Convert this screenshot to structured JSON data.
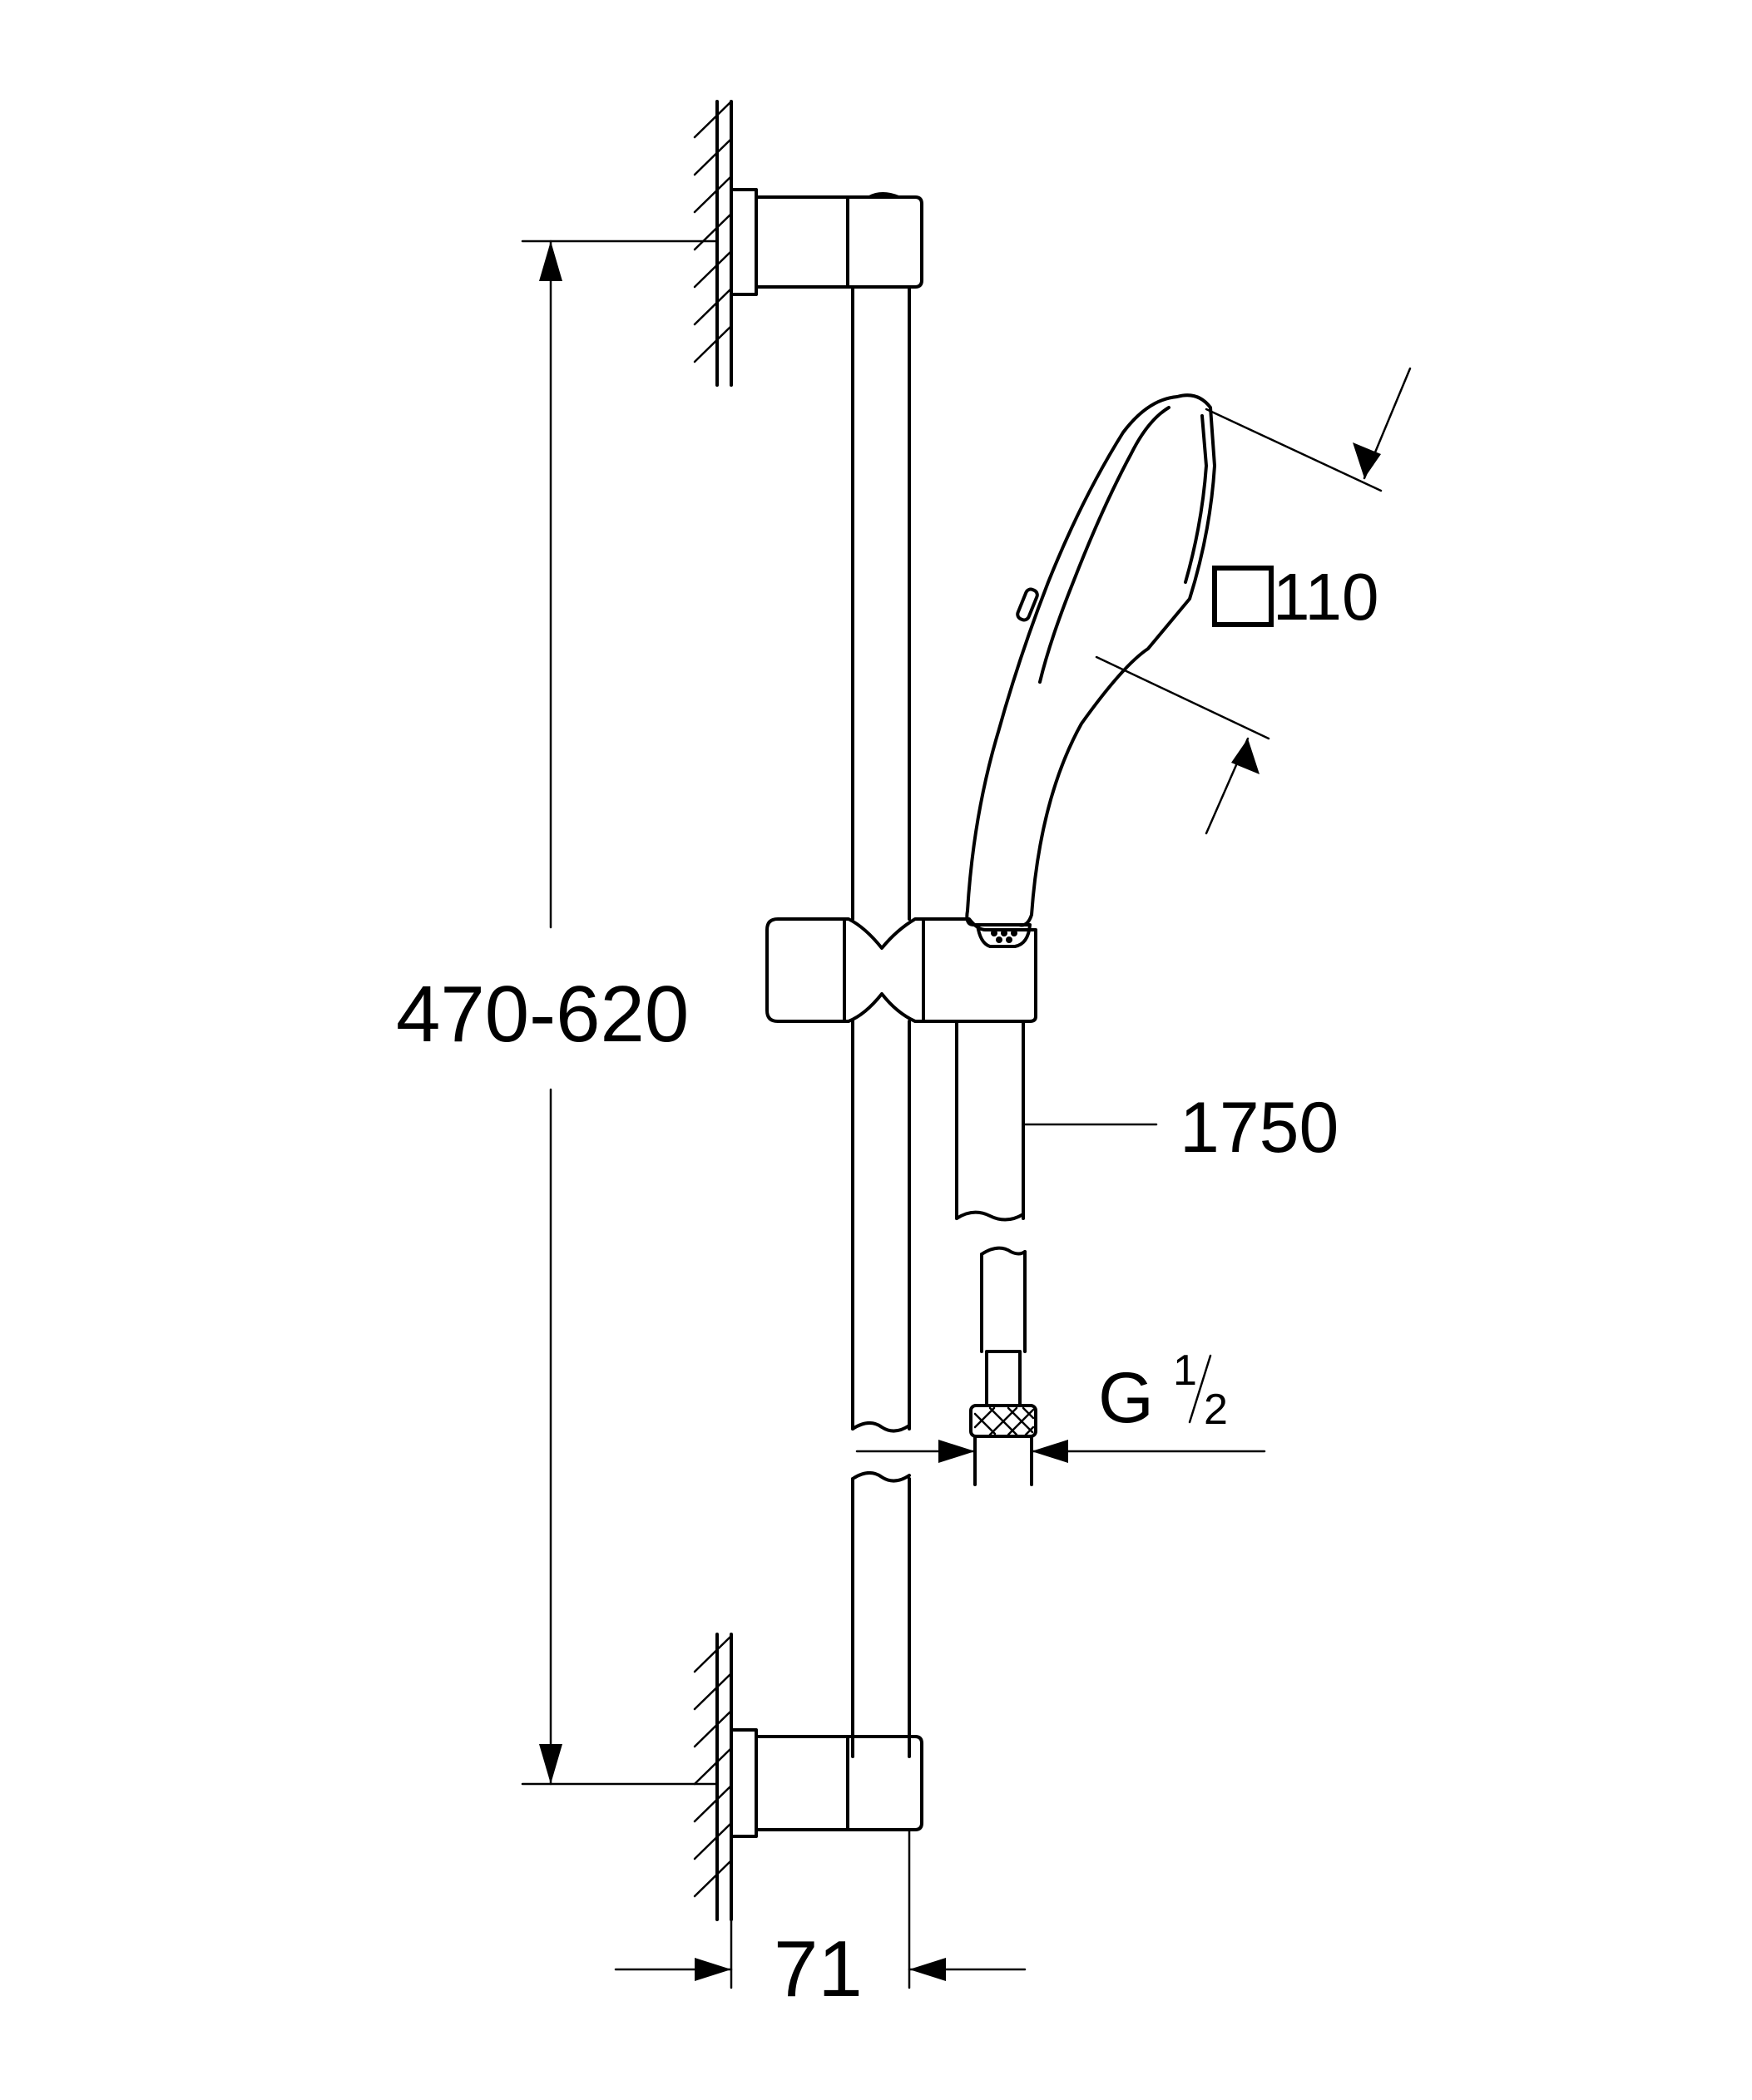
{
  "dimensions": {
    "height_range": "470-620",
    "spray_face": "110",
    "hose_length": "1750",
    "thread_letter": "G",
    "thread_num": "1",
    "thread_den": "2",
    "wall_offset": "71"
  },
  "symbols": {
    "square_symbol": "square-outline-icon"
  },
  "colors": {
    "line": "#000000",
    "background": "#ffffff"
  }
}
